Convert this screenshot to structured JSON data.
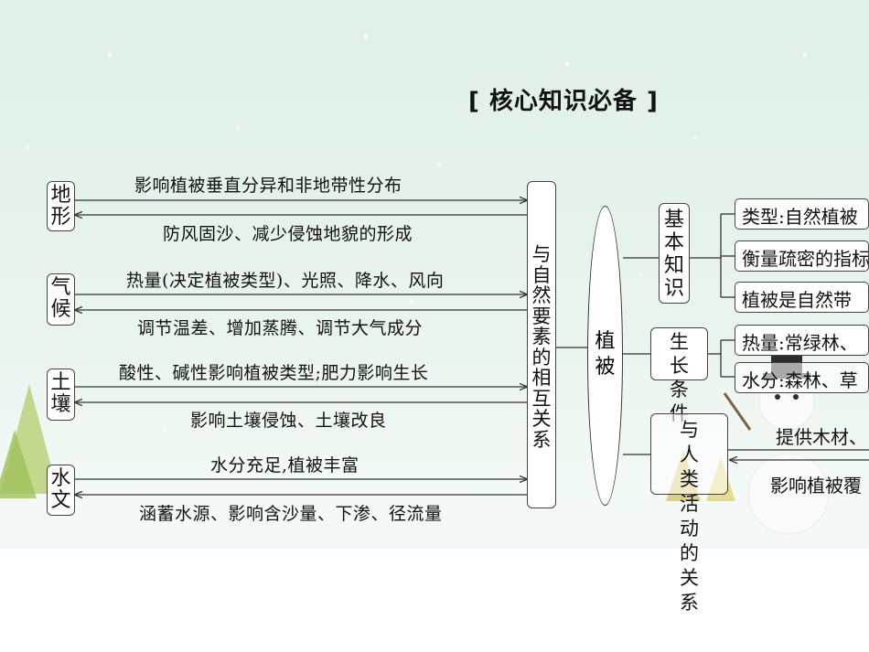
{
  "title": "[ 核心知识必备 ]",
  "factors": [
    {
      "name": "地形",
      "chars": [
        "地",
        "形"
      ],
      "effect_on": "影响植被垂直分异和非地带性分布",
      "effect_back": "防风固沙、减少侵蚀地貌的形成"
    },
    {
      "name": "气候",
      "chars": [
        "气",
        "候"
      ],
      "effect_on": "热量(决定植被类型)、光照、降水、风向",
      "effect_back": "调节温差、增加蒸腾、调节大气成分"
    },
    {
      "name": "土壤",
      "chars": [
        "土",
        "壤"
      ],
      "effect_on": "酸性、碱性影响植被类型;肥力影响生长",
      "effect_back": "影响土壤侵蚀、土壤改良"
    },
    {
      "name": "水文",
      "chars": [
        "水",
        "文"
      ],
      "effect_on": "水分充足,植被丰富",
      "effect_back": "涵蓄水源、影响含沙量、下渗、径流量"
    }
  ],
  "center_box": {
    "chars": [
      "与",
      "自",
      "然",
      "要",
      "素",
      "的",
      "相",
      "互",
      "关",
      "系"
    ]
  },
  "ellipse": {
    "chars": [
      "植",
      "被"
    ]
  },
  "branches": [
    {
      "chars": [
        "基",
        "本",
        "知",
        "识"
      ],
      "items": [
        "类型:自然植被",
        "衡量疏密的指标",
        "植被是自然带"
      ]
    },
    {
      "chars": [
        "生",
        "长",
        "条",
        "件"
      ],
      "items": [
        "热量:常绿林、",
        "水分:森林、草"
      ]
    },
    {
      "chars": [
        "与",
        "人",
        "类",
        "活",
        "动",
        "的",
        "关",
        "系"
      ],
      "items": [
        "提供木材、",
        "影响植被覆"
      ]
    }
  ]
}
